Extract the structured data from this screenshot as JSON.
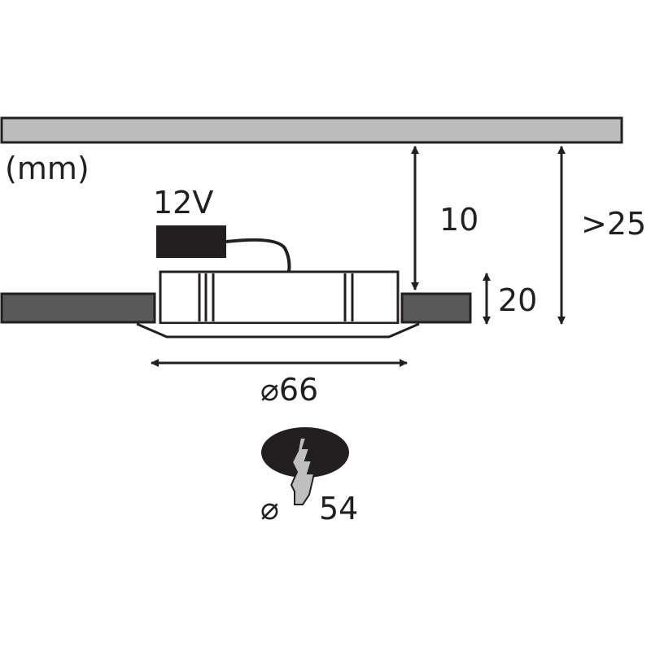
{
  "diagram": {
    "units_label": "(mm)",
    "voltage_label": "12V",
    "ceiling_gap_label": "10",
    "min_depth_label": ">25",
    "height_label": "20",
    "outer_diameter_label": "⌀66",
    "cutout_diameter_symbol": "⌀",
    "cutout_diameter_value": "54",
    "colors": {
      "line": "#231f20",
      "ceiling_fill": "#bcbcbc",
      "panel_fill": "#595959",
      "connector_fill": "#231f20",
      "hole_fill": "#231f20",
      "tool_fill": "#bfbfbf"
    }
  }
}
